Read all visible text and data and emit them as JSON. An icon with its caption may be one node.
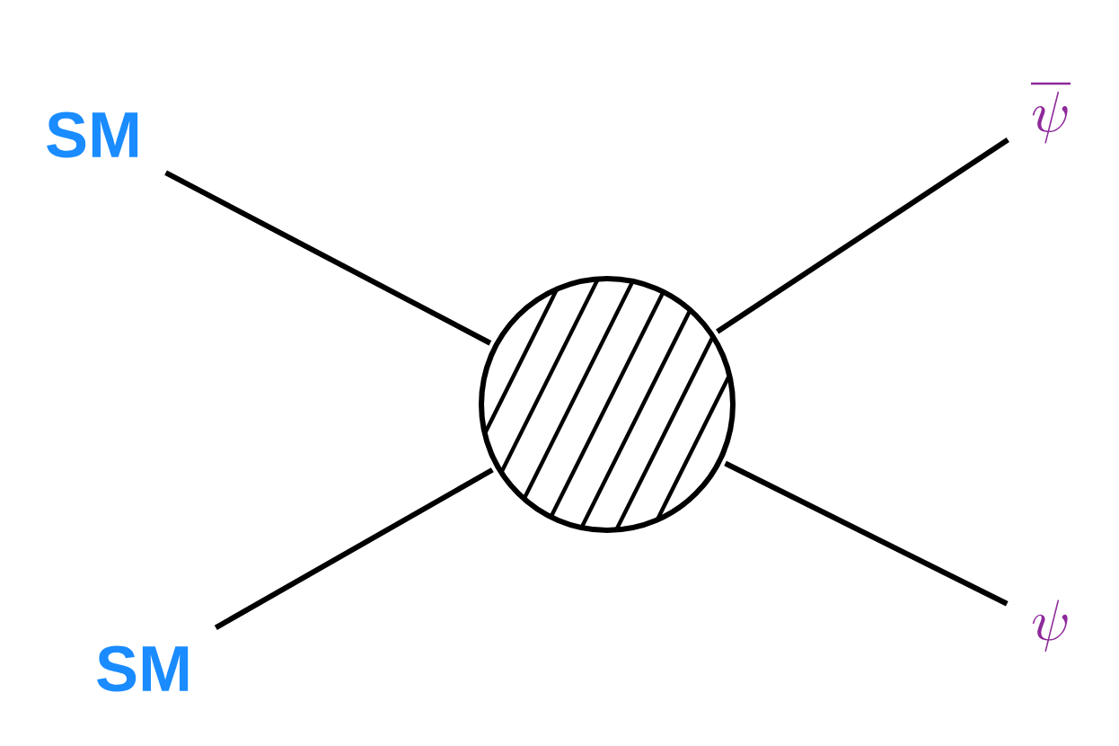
{
  "diagram": {
    "nodes": [
      {
        "text": [
          "SM"
        ]
      },
      {
        "text": [
          "\\overline{\\psi}"
        ]
      },
      {
        "text": [],
        "shape": "circle"
      },
      {
        "text": [
          "SM"
        ]
      },
      {
        "text": [
          "\\psi"
        ]
      }
    ],
    "edges": [
      {
        "from": 0,
        "to": 2,
        "arrow": "none"
      },
      {
        "from": 3,
        "to": 2,
        "arrow": "none"
      },
      {
        "from": 2,
        "to": 1,
        "arrow": "none"
      },
      {
        "from": 2,
        "to": 4,
        "arrow": "none"
      }
    ]
  }
}
